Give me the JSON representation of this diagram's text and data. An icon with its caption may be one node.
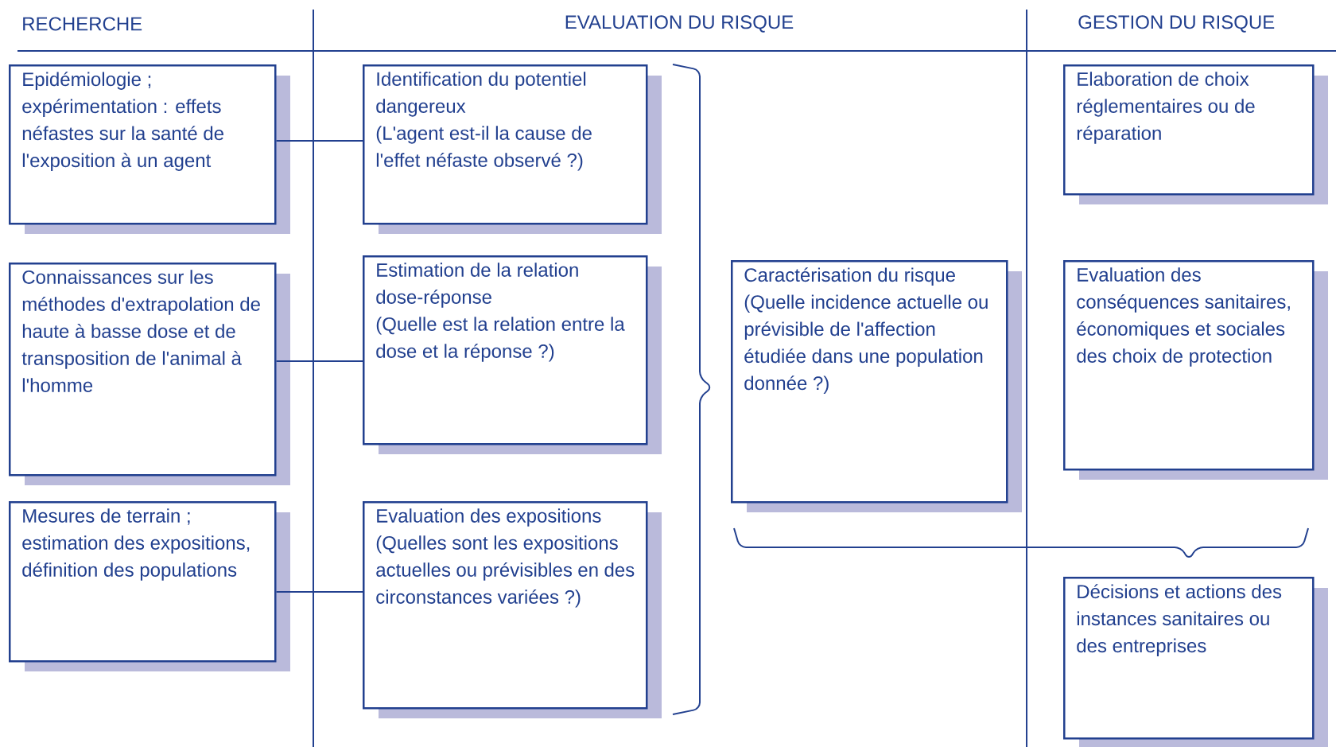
{
  "diagram": {
    "nodes": [
      {
        "text": [
          "Epidémiologie ; expérimentation : effets néfastes sur la santé de l'exposition à un agent"
        ]
      },
      {
        "text": [
          "Connaissances sur les méthodes d'extrapolation de haute à basse dose et de transposition de l'animal à l'homme"
        ]
      },
      {
        "text": [
          "Mesures de terrain ; estimation des expositions, définition des populations"
        ]
      },
      {
        "text": [
          "Identification du potentiel dangereux",
          "(L'agent est-il la cause de l'effet néfaste observé ?)"
        ]
      },
      {
        "text": [
          "Estimation de la relation dose-réponse",
          "(Quelle est la relation entre la dose et la réponse ?)"
        ]
      },
      {
        "text": [
          "Evaluation des expositions",
          "(Quelles sont les expositions actuelles ou prévisibles en des circonstances variées ?)"
        ]
      },
      {
        "text": [
          "Caractérisation du risque",
          "(Quelle incidence actuelle ou prévisible de l'affection étudiée dans une population donnée ?)"
        ]
      },
      {
        "text": [
          "Elaboration de choix réglementaires ou de réparation"
        ]
      },
      {
        "text": [
          "Evaluation des conséquences sanitaires, économiques et sociales des choix de protection"
        ]
      },
      {
        "text": [
          "Décisions et actions des instances sanitaires ou des entreprises"
        ]
      }
    ],
    "edges": [
      {
        "from": 0,
        "to": 3,
        "arrow": "none"
      },
      {
        "from": 1,
        "to": 4,
        "arrow": "none"
      },
      {
        "from": 2,
        "to": 5,
        "arrow": "none"
      }
    ],
    "labels": [
      "RECHERCHE",
      "EVALUATION DU RISQUE",
      "GESTION DU RISQUE"
    ]
  }
}
